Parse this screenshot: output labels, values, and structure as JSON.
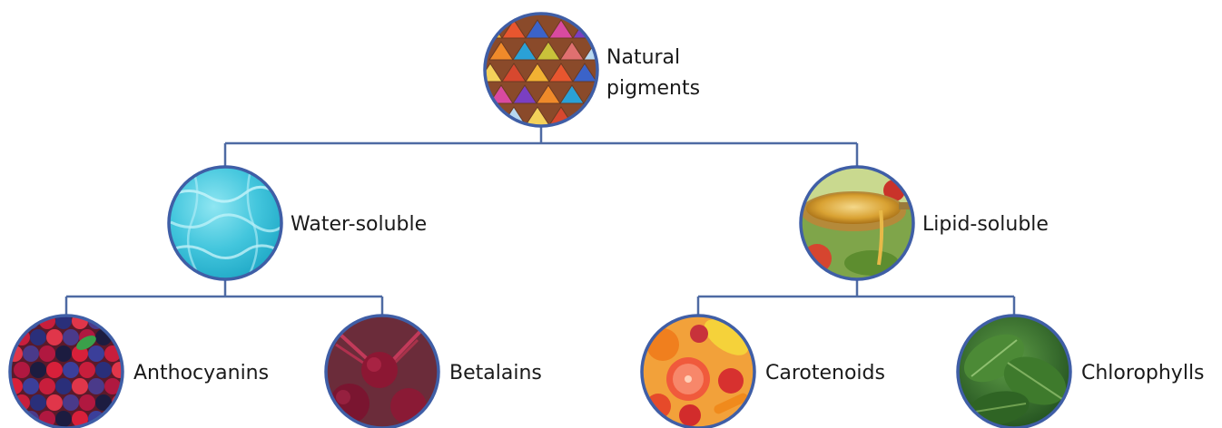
{
  "diagram": {
    "root": {
      "label_line1": "Natural",
      "label_line2": "pigments",
      "image": "colored-pigment-powder-cones"
    },
    "water": {
      "label": "Water-soluble",
      "image": "blue-water-texture"
    },
    "lipid": {
      "label": "Lipid-soluble",
      "image": "oil-spoon-with-vegetables"
    },
    "anthocyanins": {
      "label": "Anthocyanins",
      "image": "mixed-berries"
    },
    "betalains": {
      "label": "Betalains",
      "image": "red-beetroots"
    },
    "carotenoids": {
      "label": "Carotenoids",
      "image": "orange-fruits-and-vegetables"
    },
    "chlorophylls": {
      "label": "Chlorophylls",
      "image": "spinach-leaves"
    }
  },
  "colors": {
    "connector": "#4e6aa3",
    "node_border": "#3f5ea6"
  }
}
